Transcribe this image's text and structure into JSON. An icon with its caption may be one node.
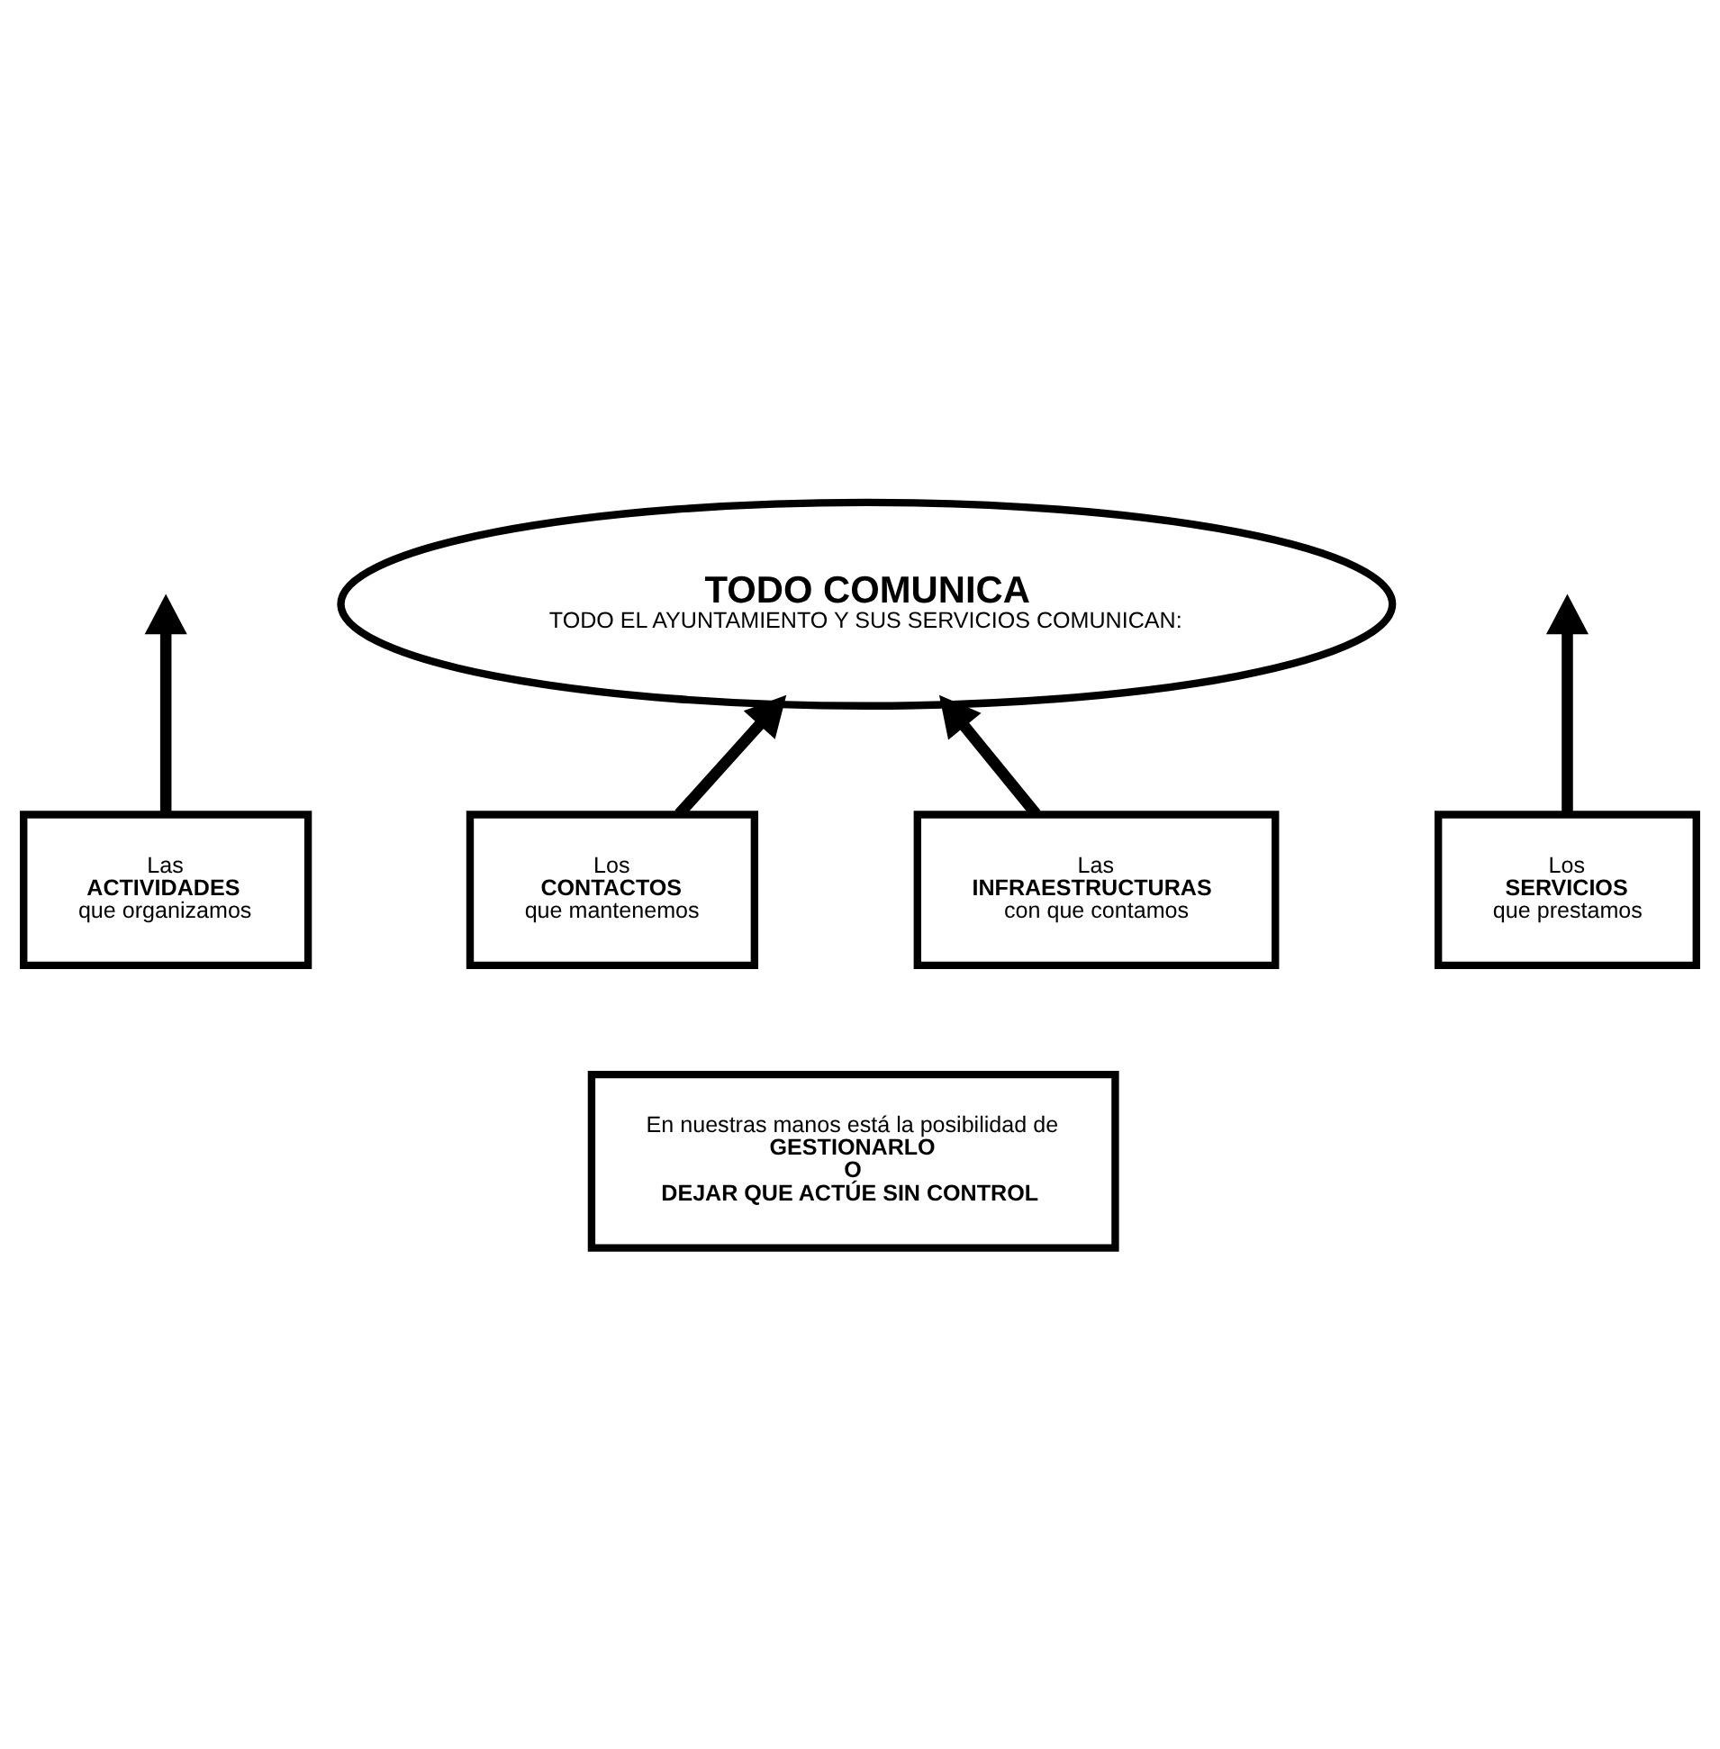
{
  "diagram": {
    "nodes": [
      {
        "text": [
          "TODO COMUNICA",
          "TODO EL AYUNTAMIENTO Y SUS SERVICIOS COMUNICAN:"
        ]
      },
      {
        "text": [
          "Las",
          "ACTIVIDADES",
          "que organizamos"
        ]
      },
      {
        "text": [
          "Los",
          "SERVICIOS",
          "que prestamos"
        ]
      },
      {
        "text": [
          "Los",
          "CONTACTOS",
          "que mantenemos"
        ]
      },
      {
        "text": [
          "Las",
          "INFRAESTRUCTURAS",
          "con que contamos"
        ]
      },
      {
        "text": [
          "En nuestras manos está la posibilidad de",
          "GESTIONARLO",
          "O",
          "DEJAR QUE ACTÚE SIN CONTROL"
        ]
      }
    ],
    "edges": [
      {
        "from": 1,
        "to": null,
        "arrow": "to"
      },
      {
        "from": 2,
        "to": null,
        "arrow": "to"
      },
      {
        "from": 3,
        "to": 0,
        "arrow": "to"
      },
      {
        "from": 4,
        "to": 0,
        "arrow": "to"
      }
    ]
  }
}
